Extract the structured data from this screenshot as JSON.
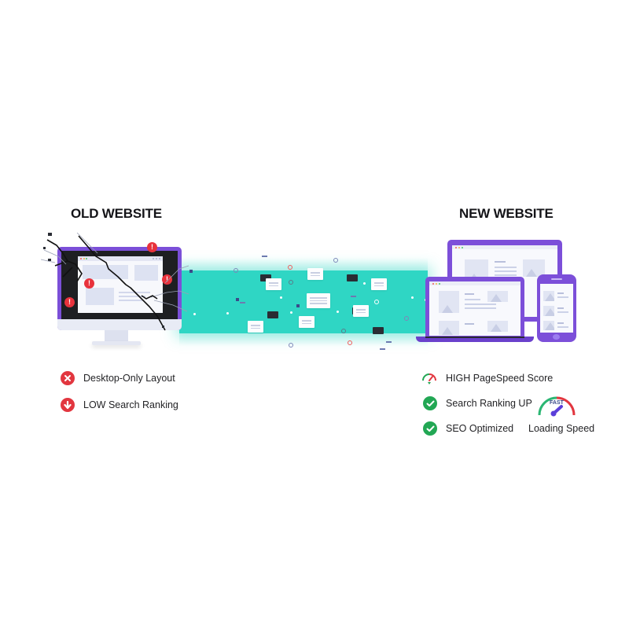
{
  "old_site": {
    "title": "OLD WEBSITE",
    "alerts": [
      "!",
      "!",
      "!",
      "!"
    ],
    "features": [
      {
        "icon": "x-circle-icon",
        "label": "Desktop-Only Layout"
      },
      {
        "icon": "arrow-down-circle-icon",
        "label": "LOW Search Ranking"
      }
    ]
  },
  "new_site": {
    "title": "NEW WEBSITE",
    "features": [
      {
        "icon": "speedometer-icon",
        "label": "HIGH PageSpeed Score"
      },
      {
        "icon": "check-circle-icon",
        "label": "Search Ranking UP"
      },
      {
        "icon": "check-circle-icon",
        "label": "SEO Optimized"
      }
    ],
    "gauge": {
      "text": "FAST",
      "label": "Loading Speed"
    }
  },
  "colors": {
    "purple": "#7c4fd9",
    "teal": "#2fd6c4",
    "alert_red": "#e2363f",
    "success_green": "#22a754",
    "screen_dark": "#1e1f22"
  }
}
